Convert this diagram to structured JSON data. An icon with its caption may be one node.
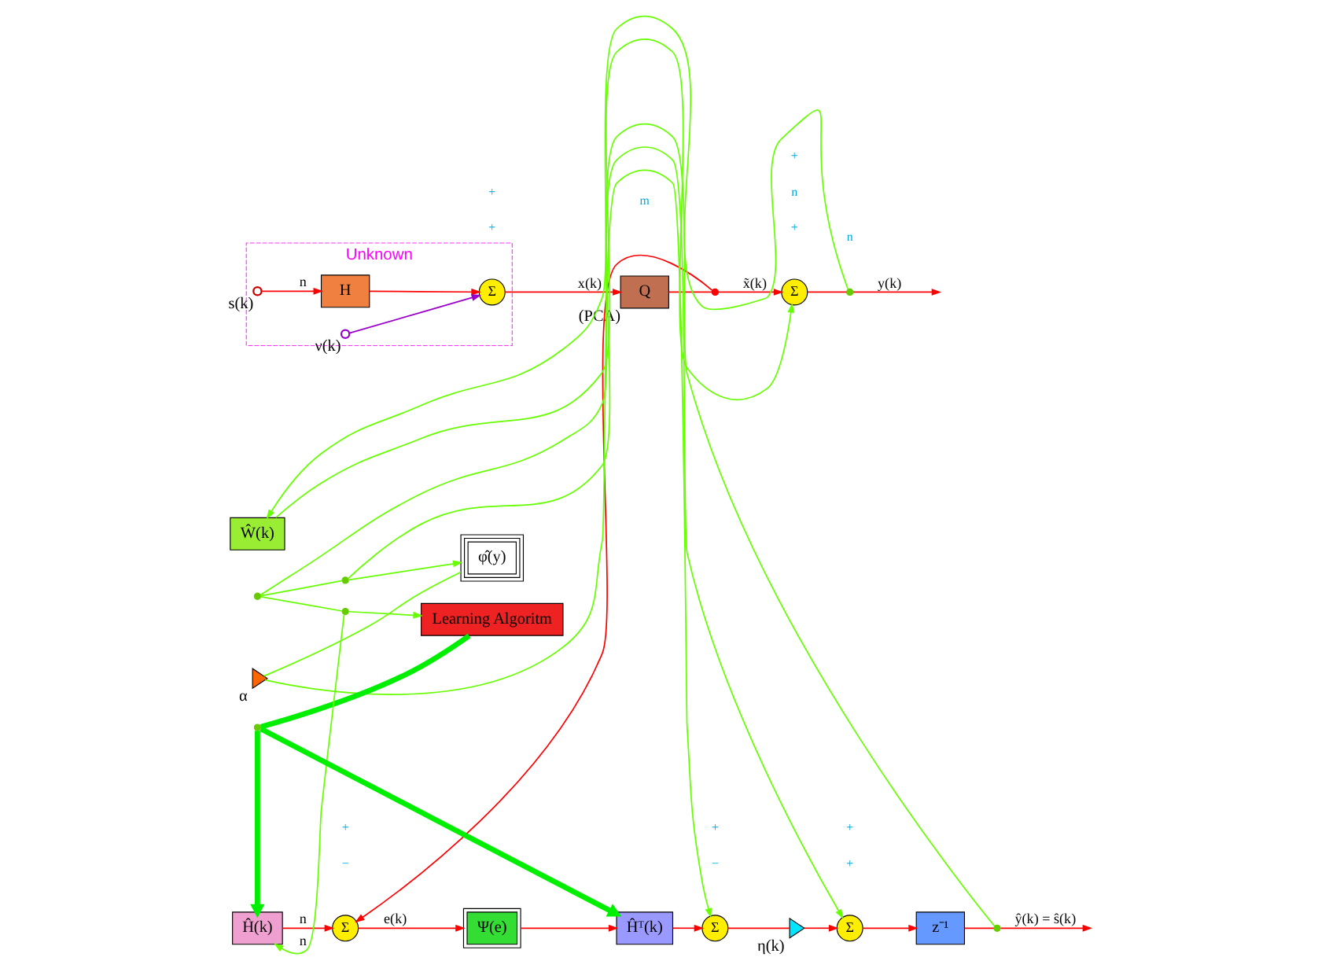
{
  "diagram": {
    "nodes": [
      {
        "text": [
          "Unknown"
        ]
      },
      {
        "text": [],
        "shape": "circle",
        "beside": [
          "s(k)"
        ],
        "in": 0
      },
      {
        "text": [
          "H"
        ],
        "in": 0
      },
      {
        "text": [
          "Σ"
        ],
        "in": 0
      },
      {
        "text": [],
        "shape": "circle",
        "beside": [
          "ν(k)"
        ],
        "in": 0
      },
      {
        "text": [
          "Q"
        ],
        "beside": [
          "(PCA)"
        ]
      },
      {
        "text": [],
        "shape": "dot"
      },
      {
        "text": [
          "Σ"
        ]
      },
      {
        "text": [],
        "shape": "dot"
      },
      {
        "text": [
          "Ŵ(k)"
        ]
      },
      {
        "text": [
          "Ĥ(k)"
        ]
      },
      {
        "text": [
          "Σ"
        ]
      },
      {
        "text": [
          "Ψ(e)"
        ]
      },
      {
        "text": [
          "Ĥᵀ(k)"
        ]
      },
      {
        "text": [
          "Σ"
        ]
      },
      {
        "text": [],
        "shape": "triangle",
        "beside": [
          "η(k)"
        ]
      },
      {
        "text": [
          "Σ"
        ]
      },
      {
        "text": [
          "z⁻¹"
        ]
      },
      {
        "text": [],
        "shape": "dot"
      },
      {
        "text": [
          "φ̂(y)"
        ]
      },
      {
        "text": [],
        "shape": "triangle",
        "beside": [
          "α"
        ]
      },
      {
        "text": [
          "Learning Algoritm"
        ]
      },
      {
        "text": [],
        "shape": "dot"
      },
      {
        "text": [],
        "shape": "dot"
      },
      {
        "text": [],
        "shape": "dot"
      },
      {
        "text": [],
        "shape": "dot"
      }
    ],
    "edges": [
      {
        "from": 1,
        "to": 2,
        "arrow": "to",
        "label": "n"
      },
      {
        "from": 2,
        "to": 3,
        "arrow": "to"
      },
      {
        "from": 4,
        "to": 3,
        "arrow": "to",
        "color": "#9900cc"
      },
      {
        "from": 3,
        "to": 5,
        "arrow": "to",
        "label": "x(k)"
      },
      {
        "from": 5,
        "to": 6,
        "arrow": "none"
      },
      {
        "from": 6,
        "to": 7,
        "arrow": "to",
        "label": "x̃(k)"
      },
      {
        "from": 6,
        "to": 11,
        "arrow": "to"
      },
      {
        "from": 7,
        "to": 8,
        "arrow": "none"
      },
      {
        "from": 8,
        "to": null,
        "arrow": "to",
        "label": "y(k)"
      },
      {
        "from": 8,
        "to": 9,
        "arrow": "to",
        "color": "#66ff00"
      },
      {
        "from": 9,
        "to": 7,
        "arrow": "to",
        "color": "#66ff00"
      },
      {
        "from": 10,
        "to": 11,
        "arrow": "to",
        "label": "n"
      },
      {
        "from": 11,
        "to": 12,
        "arrow": "to",
        "label": "e(k)"
      },
      {
        "from": 12,
        "to": 13,
        "arrow": "to"
      },
      {
        "from": 13,
        "to": 14,
        "arrow": "to"
      },
      {
        "from": 14,
        "to": 15,
        "arrow": "none"
      },
      {
        "from": 15,
        "to": 16,
        "arrow": "to"
      },
      {
        "from": 16,
        "to": 17,
        "arrow": "to"
      },
      {
        "from": 17,
        "to": 18,
        "arrow": "none"
      },
      {
        "from": 18,
        "to": null,
        "arrow": "to",
        "label": "ŷ(k) = ŝ(k)"
      },
      {
        "from": 18,
        "to": 23,
        "arrow": "none",
        "color": "#66ff00"
      },
      {
        "from": 23,
        "to": 22,
        "arrow": "none",
        "color": "#66ff00"
      },
      {
        "from": 22,
        "to": 16,
        "arrow": "to",
        "color": "#66ff00"
      },
      {
        "from": 22,
        "to": 19,
        "arrow": "to",
        "color": "#66ff00"
      },
      {
        "from": 19,
        "to": 20,
        "arrow": "none",
        "color": "#66ff00"
      },
      {
        "from": 20,
        "to": 14,
        "arrow": "to",
        "color": "#66ff00"
      },
      {
        "from": 23,
        "to": 24,
        "arrow": "none",
        "color": "#66ff00"
      },
      {
        "from": 24,
        "to": 21,
        "arrow": "to",
        "color": "#66ff00"
      },
      {
        "from": 24,
        "to": 10,
        "arrow": "to",
        "color": "#66ff00",
        "label": "n"
      },
      {
        "from": 21,
        "to": 25,
        "arrow": "none",
        "color": "#00ee00",
        "style": "thick"
      },
      {
        "from": 25,
        "to": 13,
        "arrow": "to",
        "color": "#00ee00",
        "style": "thick"
      },
      {
        "from": 25,
        "to": 10,
        "arrow": "to",
        "color": "#00ee00",
        "style": "thick"
      }
    ],
    "labels": [
      "+",
      "+",
      "m",
      "+",
      "+",
      "n",
      "n",
      "−",
      "+",
      "+",
      "−",
      "+",
      "+"
    ]
  }
}
